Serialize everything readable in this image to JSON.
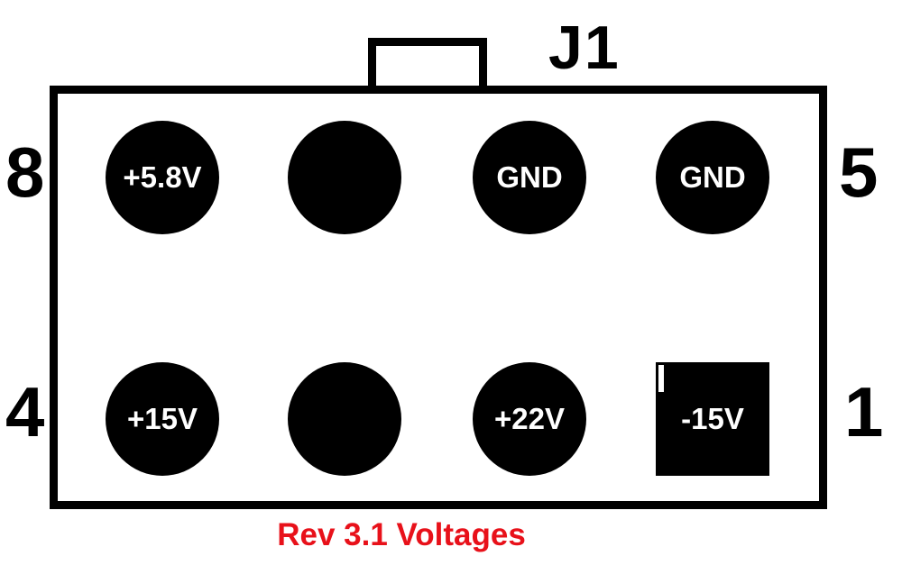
{
  "diagram": {
    "title": "J1",
    "rev_label": "Rev 3.1 Voltages",
    "colors": {
      "outline": "#000000",
      "pin_fill": "#000000",
      "pin_text": "#ffffff",
      "rev_text": "#e8111a",
      "background": "#ffffff"
    },
    "corner_numbers": {
      "top_left": "8",
      "top_right": "5",
      "bottom_left": "4",
      "bottom_right": "1"
    },
    "pins": [
      {
        "position": "top-1",
        "label": "+5.8V",
        "shape": "circle"
      },
      {
        "position": "top-2",
        "label": "",
        "shape": "circle"
      },
      {
        "position": "top-3",
        "label": "GND",
        "shape": "circle"
      },
      {
        "position": "top-4",
        "label": "GND",
        "shape": "circle"
      },
      {
        "position": "bottom-1",
        "label": "+15V",
        "shape": "circle"
      },
      {
        "position": "bottom-2",
        "label": "",
        "shape": "circle"
      },
      {
        "position": "bottom-3",
        "label": "+22V",
        "shape": "circle"
      },
      {
        "position": "bottom-4",
        "label": "-15V",
        "shape": "square"
      }
    ]
  }
}
